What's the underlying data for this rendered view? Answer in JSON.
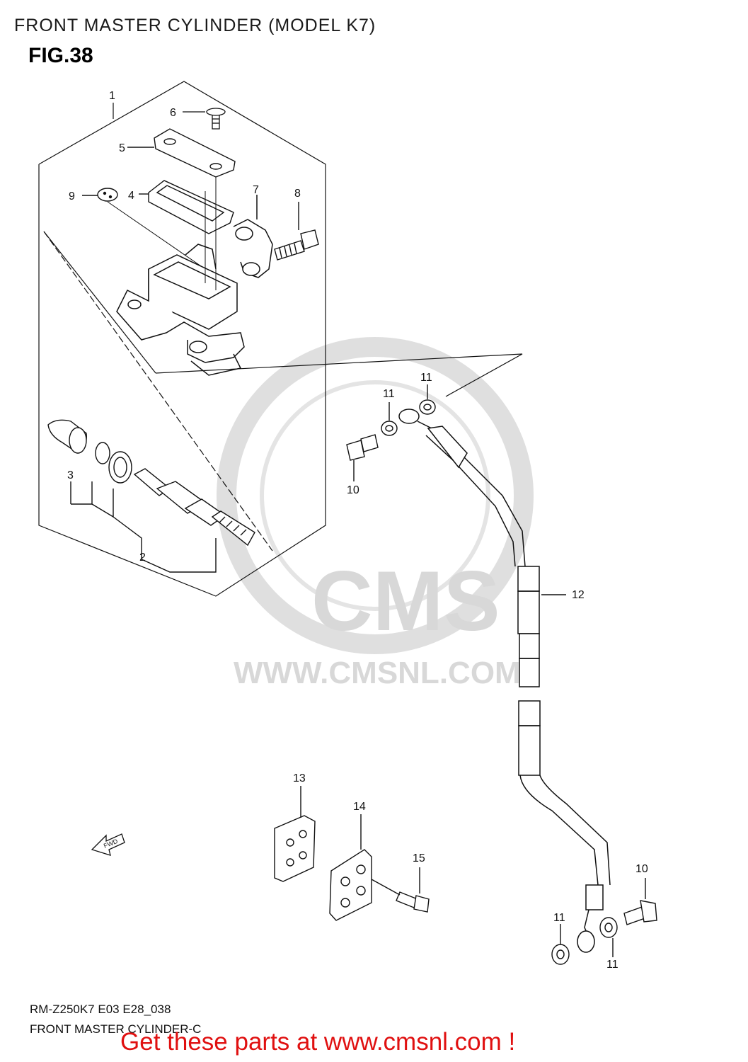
{
  "header": {
    "title": "FRONT MASTER CYLINDER (MODEL K7)",
    "fig": "FIG.38"
  },
  "watermark": {
    "brand": "CMS",
    "url": "WWW.CMSNL.COM"
  },
  "callouts": {
    "c1": "1",
    "c2": "2",
    "c3": "3",
    "c4": "4",
    "c5": "5",
    "c6": "6",
    "c7": "7",
    "c8": "8",
    "c9": "9",
    "c10a": "10",
    "c10b": "10",
    "c11a": "11",
    "c11b": "11",
    "c11c": "11",
    "c11d": "11",
    "c12": "12",
    "c13": "13",
    "c14": "14",
    "c15": "15"
  },
  "direction_marker": "FWD",
  "footer": {
    "code": "RM-Z250K7 E03 E28_038",
    "name": "FRONT MASTER CYLINDER-C",
    "cta": "Get these parts at www.cmsnl.com !"
  },
  "colors": {
    "cta": "#e01010",
    "line": "#111111",
    "watermark": "#d4d4d4"
  }
}
